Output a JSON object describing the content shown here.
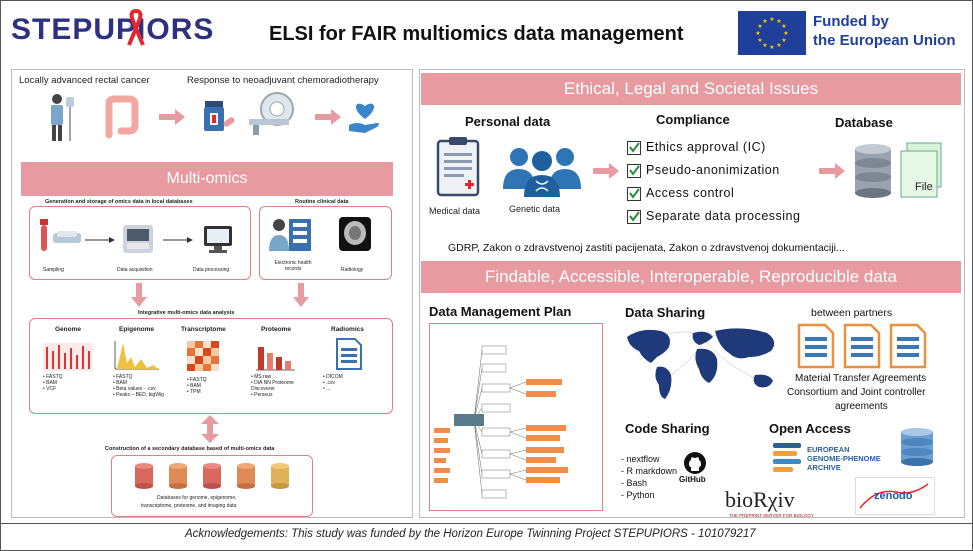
{
  "header": {
    "logo_text": "STEPUPIORS",
    "title": "ELSI for FAIR multiomics data management",
    "eu_line1": "Funded by",
    "eu_line2": "the European Union"
  },
  "workflow": {
    "label_cancer": "Locally advanced rectal cancer",
    "label_response": "Response to neoadjuvant chemoradiotherapy"
  },
  "multiomics": {
    "banner": "Multi-omics",
    "gen_title": "Generation and storage of omics data in local databases",
    "steps": [
      "Sampling",
      "Data acquisition",
      "Data processing"
    ],
    "clin_title": "Routine clinical data",
    "clin_items": [
      "Electronic health records",
      "Radiology"
    ],
    "integ_title": "Integrative multi-omics data analysis",
    "omics": [
      {
        "name": "Genome",
        "items": [
          "• FASTQ",
          "• BAM",
          "• VCF"
        ]
      },
      {
        "name": "Epigenome",
        "items": [
          "• FASTQ",
          "• BAM",
          "• Beta values - .csv",
          "• Peaks – BED, bigWig"
        ]
      },
      {
        "name": "Transcriptome",
        "items": [
          "• FASTQ",
          "• BAM",
          "• TPM"
        ]
      },
      {
        "name": "Proteome",
        "items": [
          "• MS.raw",
          "• DIA NN Proteome",
          "  Discoverer",
          "• Perseus"
        ]
      },
      {
        "name": "Radiomics",
        "items": [
          "• DICOM",
          "• .csv",
          "• ..."
        ]
      }
    ],
    "secondary_title": "Construction of a secondary database based of multi-omics data",
    "db_caption_1": "Databases for genome, epigenome,",
    "db_caption_2": "transcriptome, proteome, and imaging data"
  },
  "elsi": {
    "banner": "Ethical, Legal and Societal Issues",
    "personal_title": "Personal data",
    "medical_label": "Medical data",
    "genetic_label": "Genetic data",
    "compliance_title": "Compliance",
    "compliance_items": [
      "Ethics approval (IC)",
      "Pseudo-anonimization",
      "Access control",
      "Separate data processing"
    ],
    "database_title": "Database",
    "file_label": "File",
    "laws": "GDRP, Zakon o zdravstvenoj zastiti pacijenata, Zakon o zdravstvenoj dokumentaciji..."
  },
  "fair": {
    "banner": "Findable, Accessible, Interoperable, Reproducible data",
    "dmp_title": "Data Management Plan",
    "sharing_title": "Data Sharing",
    "between": "between partners",
    "mta_line1": "Material Transfer Agreements",
    "mta_line2": "Consortium and Joint controller",
    "mta_line3": "agreements",
    "code_title": "Code Sharing",
    "code_items": [
      "- nextflow",
      "- R markdown",
      "- Bash",
      "- Python"
    ],
    "github": "GitHub",
    "open_title": "Open Access",
    "ega_line1": "EUROPEAN",
    "ega_line2": "GENOME-PHENOME",
    "ega_line3": "ARCHIVE",
    "biorxiv": "bioRχiv",
    "biorxiv_sub": "THE PREPRINT SERVER FOR BIOLOGY",
    "zenodo": "zenodo"
  },
  "footer": "Acknowledgements: This study was funded by the Horizon Europe Twinning Project STEPUPIORS - 101079217",
  "colors": {
    "accent": "#e79aa0",
    "border": "#e07f86",
    "navy": "#2e3180",
    "red": "#e3262e",
    "blue": "#4a7bb7",
    "orange": "#f28c4b"
  }
}
